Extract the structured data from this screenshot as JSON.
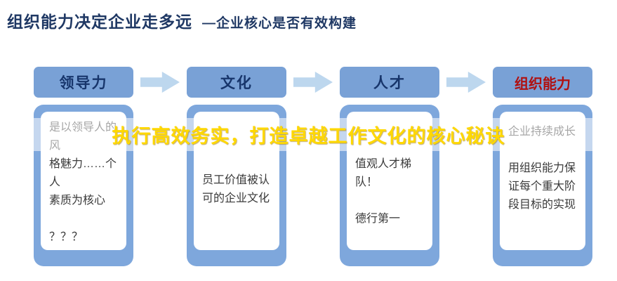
{
  "title": {
    "main": "组织能力决定企业走多远",
    "sub": "—企业核心是否有效构建"
  },
  "banner": {
    "text": "执行高效务实，打造卓越工作文化的核心秘诀"
  },
  "columns": [
    {
      "header": "领导力",
      "body": "是以领导人的风\n格魅力……个人\n素质为核心\n\n？？？"
    },
    {
      "header": "文化",
      "body": "员工价值被认\n可的企业文化"
    },
    {
      "header": "人才",
      "body": "值观人才梯队！\n\n德行第一"
    },
    {
      "header": "组织能力",
      "body": "企业持续成长\n\n用组织能力保\n证每个重大阶\n段目标的实现"
    }
  ],
  "colors": {
    "title_navy": "#1f3864",
    "pill_blue": "#79a1d6",
    "panel_blue": "#7ea7dc",
    "arrow_blue": "#bdd7ee",
    "header_red": "#b01010",
    "banner_yellow": "#ffd800"
  }
}
